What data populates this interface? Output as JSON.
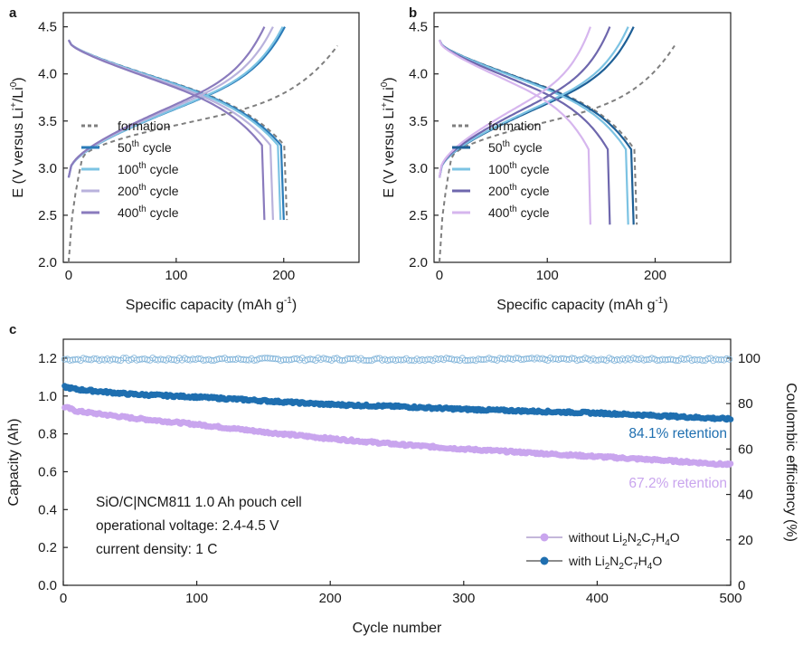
{
  "chart_data": [
    {
      "type": "line",
      "panel": "a",
      "xlabel": "Specific capacity (mAh g-1)",
      "ylabel": "E (V versus Li+/Li0)",
      "xlim": [
        -5,
        270
      ],
      "ylim": [
        2.0,
        4.65
      ],
      "xticks": [
        0,
        100,
        200
      ],
      "yticks": [
        2.0,
        2.5,
        3.0,
        3.5,
        4.0,
        4.5
      ],
      "legend_placement": "bottom-left",
      "series": [
        {
          "name": "formation",
          "color": "#7f7f7f",
          "dash": true,
          "charge_end": 250,
          "discharge_end": 203,
          "v_charge_top": 4.3,
          "v_discharge_end": 2.45
        },
        {
          "name": "50th cycle",
          "color": "#2a7bb8",
          "charge_end": 201,
          "discharge_end": 200,
          "v_charge_top": 4.5,
          "v_discharge_end": 2.45
        },
        {
          "name": "100th cycle",
          "color": "#7cc3e3",
          "charge_end": 199,
          "discharge_end": 197,
          "v_charge_top": 4.5,
          "v_discharge_end": 2.45
        },
        {
          "name": "200th cycle",
          "color": "#b9b2dc",
          "charge_end": 190,
          "discharge_end": 190,
          "v_charge_top": 4.5,
          "v_discharge_end": 2.45
        },
        {
          "name": "400th cycle",
          "color": "#8a7bbd",
          "charge_end": 182,
          "discharge_end": 182,
          "v_charge_top": 4.5,
          "v_discharge_end": 2.45
        }
      ]
    },
    {
      "type": "line",
      "panel": "b",
      "xlabel": "Specific capacity (mAh g-1)",
      "ylabel": "E (V versus Li+/Li0)",
      "xlim": [
        -5,
        270
      ],
      "ylim": [
        2.0,
        4.65
      ],
      "xticks": [
        0,
        100,
        200
      ],
      "yticks": [
        2.0,
        2.5,
        3.0,
        3.5,
        4.0,
        4.5
      ],
      "legend_placement": "bottom-left",
      "series": [
        {
          "name": "formation",
          "color": "#7f7f7f",
          "dash": true,
          "charge_end": 218,
          "discharge_end": 183,
          "v_charge_top": 4.3,
          "v_discharge_end": 2.4
        },
        {
          "name": "50th cycle",
          "color": "#1d5f96",
          "charge_end": 180,
          "discharge_end": 180,
          "v_charge_top": 4.5,
          "v_discharge_end": 2.4
        },
        {
          "name": "100th cycle",
          "color": "#7cc3e3",
          "charge_end": 175,
          "discharge_end": 175,
          "v_charge_top": 4.5,
          "v_discharge_end": 2.4
        },
        {
          "name": "200th cycle",
          "color": "#6e67ad",
          "charge_end": 158,
          "discharge_end": 158,
          "v_charge_top": 4.5,
          "v_discharge_end": 2.4
        },
        {
          "name": "400th cycle",
          "color": "#d6b6ee",
          "charge_end": 140,
          "discharge_end": 140,
          "v_charge_top": 4.5,
          "v_discharge_end": 2.4
        }
      ]
    },
    {
      "type": "scatter",
      "panel": "c",
      "xlabel": "Cycle number",
      "ylabel": "Capacity (Ah)",
      "y2label": "Coulombic efficiency (%)",
      "xlim": [
        0,
        500
      ],
      "ylim": [
        0.0,
        1.3
      ],
      "y2lim": [
        0,
        108.33
      ],
      "xticks": [
        0,
        100,
        200,
        300,
        400,
        500
      ],
      "yticks": [
        0.0,
        0.2,
        0.4,
        0.6,
        0.8,
        1.0,
        1.2
      ],
      "y2ticks": [
        0,
        20,
        40,
        60,
        80,
        100
      ],
      "legend_placement": "bottom-right",
      "series": [
        {
          "name": "without Li2N2C7H4O",
          "color": "#c9a5ee",
          "x": [
            0,
            10,
            50,
            100,
            150,
            200,
            250,
            300,
            350,
            400,
            450,
            500
          ],
          "y": [
            0.945,
            0.92,
            0.885,
            0.85,
            0.81,
            0.775,
            0.745,
            0.72,
            0.7,
            0.68,
            0.66,
            0.637
          ]
        },
        {
          "name": "with Li2N2C7H4O",
          "color": "#1f6fb0",
          "x": [
            0,
            10,
            50,
            100,
            150,
            200,
            250,
            300,
            350,
            400,
            450,
            500
          ],
          "y": [
            1.05,
            1.035,
            1.01,
            0.995,
            0.975,
            0.955,
            0.945,
            0.93,
            0.92,
            0.91,
            0.895,
            0.878
          ]
        },
        {
          "name": "CE",
          "color": "#7fb3d9",
          "axis": "y2",
          "value_percent": 99.5
        }
      ]
    }
  ],
  "labels": {
    "panel_a": "a",
    "panel_b": "b",
    "panel_c": "c",
    "spec_cap_main": "Specific capacity (mAh g",
    "spec_cap_sup": "-1",
    "spec_cap_end": ")",
    "e_main": "E (V versus Li",
    "e_sup1": "+",
    "e_mid": "/Li",
    "e_sup2": "0",
    "e_end": ")",
    "cycle_number": "Cycle number",
    "capacity": "Capacity (Ah)",
    "ce": "Coulombic efficiency (%)",
    "legend_ab": [
      {
        "pre": "formation",
        "sup": "",
        "post": ""
      },
      {
        "pre": "50",
        "sup": "th",
        "post": " cycle"
      },
      {
        "pre": "100",
        "sup": "th",
        "post": " cycle"
      },
      {
        "pre": "200",
        "sup": "th",
        "post": " cycle"
      },
      {
        "pre": "400",
        "sup": "th",
        "post": " cycle"
      }
    ],
    "annot_with": "84.1% retention",
    "annot_without": "67.2% retention",
    "info1": "SiO/C|NCM811 1.0 Ah pouch cell",
    "info2": "operational voltage: 2.4-4.5 V",
    "info3": "current density: 1 C",
    "legend_c_without_pre": "without Li",
    "legend_c_with_pre": "with Li",
    "formula_parts": [
      {
        "t": "2",
        "sub": true
      },
      {
        "t": "N",
        "sub": false
      },
      {
        "t": "2",
        "sub": true
      },
      {
        "t": "C",
        "sub": false
      },
      {
        "t": "7",
        "sub": true
      },
      {
        "t": "H",
        "sub": false
      },
      {
        "t": "4",
        "sub": true
      },
      {
        "t": "O",
        "sub": false
      }
    ]
  }
}
